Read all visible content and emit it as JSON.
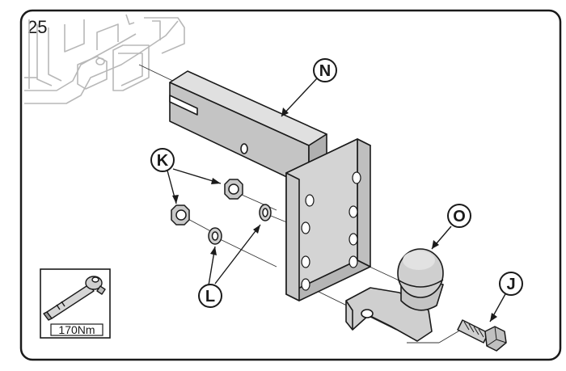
{
  "step_number": "25",
  "callouts": {
    "n": "N",
    "k": "K",
    "l": "L",
    "o": "O",
    "j": "J"
  },
  "torque": {
    "value": "170Nm",
    "icon": "torque-wrench-icon"
  }
}
